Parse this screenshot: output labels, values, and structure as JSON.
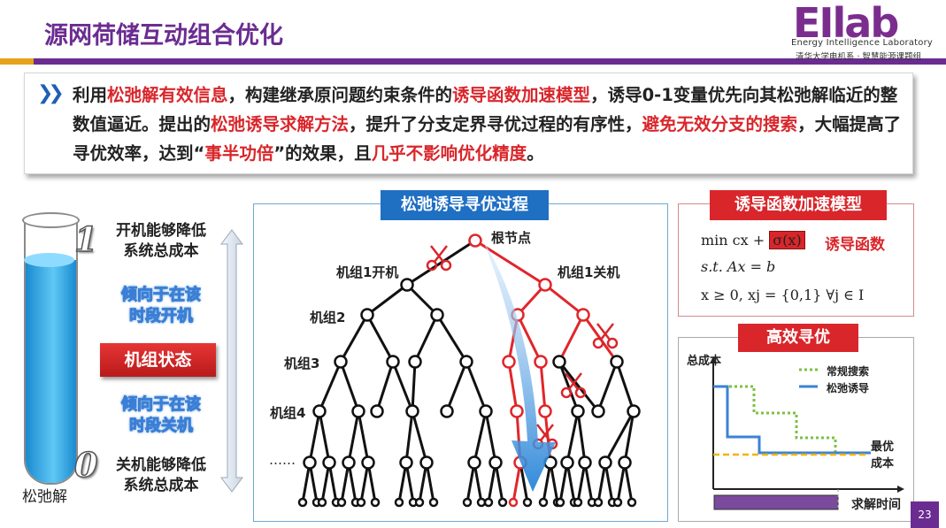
{
  "header": {
    "title": "源网荷储互动组合优化",
    "logo_mark": "EIlab",
    "logo_en": "Energy Intelligence Laboratory",
    "logo_cn": "清华大学电机系 · 智慧能源课题组"
  },
  "summary": {
    "icon": "double-chevron-right-icon",
    "segments": [
      {
        "text": "利用",
        "red": false
      },
      {
        "text": "松弛解有效信息",
        "red": true
      },
      {
        "text": "，构建继承原问题约束条件的",
        "red": false
      },
      {
        "text": "诱导函数加速模型",
        "red": true
      },
      {
        "text": "，诱导0-1变量优先向其松弛解临近的整数值逼近。提出的",
        "red": false
      },
      {
        "text": "松弛诱导求解方法",
        "red": true
      },
      {
        "text": "，提升了分支定界寻优过程的有序性，",
        "red": false
      },
      {
        "text": "避免无效分支的搜索",
        "red": true
      },
      {
        "text": "，大幅提高了寻优效率，达到“",
        "red": false
      },
      {
        "text": "事半功倍",
        "red": true
      },
      {
        "text": "”的效果，且",
        "red": false
      },
      {
        "text": "几乎不影响优化精度",
        "red": true
      },
      {
        "text": "。",
        "red": false
      }
    ]
  },
  "left": {
    "num_top": "1",
    "num_bottom": "0",
    "label_top": "开机能够降低系统总成本",
    "label_top_l1": "开机能够降低",
    "label_top_l2": "系统总成本",
    "hint_on_l1": "倾向于在该",
    "hint_on_l2": "时段开机",
    "state": "机组状态",
    "hint_off_l1": "倾向于在该",
    "hint_off_l2": "时段关机",
    "label_bottom_l1": "关机能够降低",
    "label_bottom_l2": "系统总成本",
    "tube_caption": "松弛解"
  },
  "tree": {
    "tag": "松弛诱导寻优过程",
    "root": "根节点",
    "left_branch": "机组1开机",
    "right_branch": "机组1关机",
    "level2": "机组2",
    "level3": "机组3",
    "level4": "机组4",
    "ellipsis": "……",
    "colors": {
      "black": "#111111",
      "red": "#e0262b",
      "arrow": "#1f7fd6"
    }
  },
  "model": {
    "tag": "诱导函数加速模型",
    "line1_prefix": "min  cx + ",
    "line1_highlight": "σ(x)",
    "line1_label": "诱导函数",
    "line2": "s.t.  Ax = b",
    "line3": "x ≥ 0, xj = {0,1} ∀j ∈ I"
  },
  "perf": {
    "tag": "高效寻优",
    "y_label": "总成本",
    "x_label": "求解时间",
    "legend": [
      {
        "name": "常规搜索",
        "color": "#7cc142",
        "style": "dotted"
      },
      {
        "name": "松弛诱导",
        "color": "#3b82d6",
        "style": "solid"
      }
    ],
    "best_label_l1": "最优",
    "best_label_l2": "成本"
  },
  "footer": {
    "page": "23"
  }
}
